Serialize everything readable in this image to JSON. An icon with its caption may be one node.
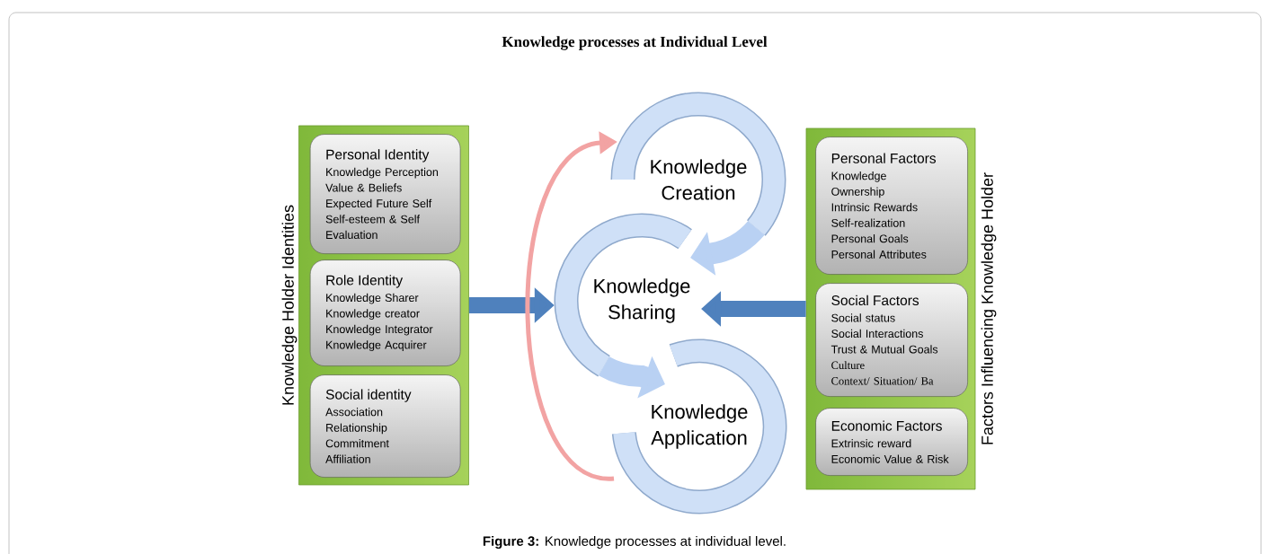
{
  "diagram": {
    "title": "Knowledge processes at Individual Level",
    "caption": "**Figure 3:** Knowledge processes at individual level.",
    "nodes": [
      {
        "text": [
          "Knowledge Holder Identities"
        ]
      },
      {
        "text": [
          "Personal Identity",
          "Knowledge Perception",
          "Value & Beliefs",
          "Expected Future Self",
          "Self-esteem & Self Evaluation"
        ],
        "in": 0
      },
      {
        "text": [
          "Role Identity",
          "Knowledge Sharer",
          "Knowledge creator",
          "Knowledge Integrator",
          "Knowledge Acquirer"
        ],
        "in": 0
      },
      {
        "text": [
          "Social identity",
          "Association",
          "Relationship",
          "Commitment",
          "Affiliation"
        ],
        "in": 0
      },
      {
        "text": [
          "Knowledge Creation"
        ]
      },
      {
        "text": [
          "Knowledge Sharing"
        ]
      },
      {
        "text": [
          "Knowledge Application"
        ]
      },
      {
        "text": [
          "Factors Influencing Knowledge Holder"
        ]
      },
      {
        "text": [
          "Personal Factors",
          "Knowledge",
          "Ownership",
          "Intrinsic Rewards",
          "Self-realization",
          "Personal Goals",
          "Personal Attributes"
        ],
        "in": 7
      },
      {
        "text": [
          "Social Factors",
          "Social status",
          "Social Interactions",
          "Trust & Mutual Goals",
          "Culture",
          "Context/ Situation/ Ba"
        ],
        "in": 7
      },
      {
        "text": [
          "Economic Factors",
          "Extrinsic reward",
          "Economic Value & Risk"
        ],
        "in": 7
      }
    ],
    "edges": [
      {
        "from": 0,
        "to": 5,
        "arrow": "to",
        "color": "#4f81bd"
      },
      {
        "from": 7,
        "to": 5,
        "arrow": "to",
        "color": "#4f81bd"
      },
      {
        "from": 4,
        "to": 5,
        "arrow": "to",
        "color": "#b9d1f3"
      },
      {
        "from": 5,
        "to": 6,
        "arrow": "to",
        "color": "#b9d1f3"
      },
      {
        "from": 6,
        "to": 4,
        "arrow": "to",
        "color": "#f2a3a3"
      }
    ]
  }
}
